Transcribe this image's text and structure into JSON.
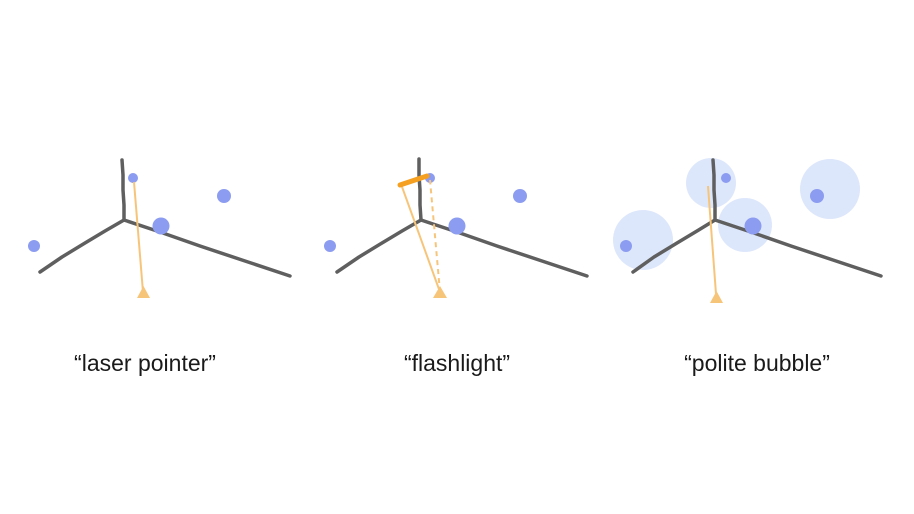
{
  "captions": {
    "laser": "“laser pointer”",
    "flashlight": "“flashlight”",
    "bubble": "“polite bubble”"
  },
  "colors": {
    "stick": "#5f5f5f",
    "target": "#8c9cf0",
    "bubble": "#dde7fb",
    "ray": "#f7c57a",
    "cone_edge": "#f2a64a",
    "flash_bar": "#f5a020"
  },
  "icons": {
    "cursor": "triangle-cursor-icon"
  }
}
